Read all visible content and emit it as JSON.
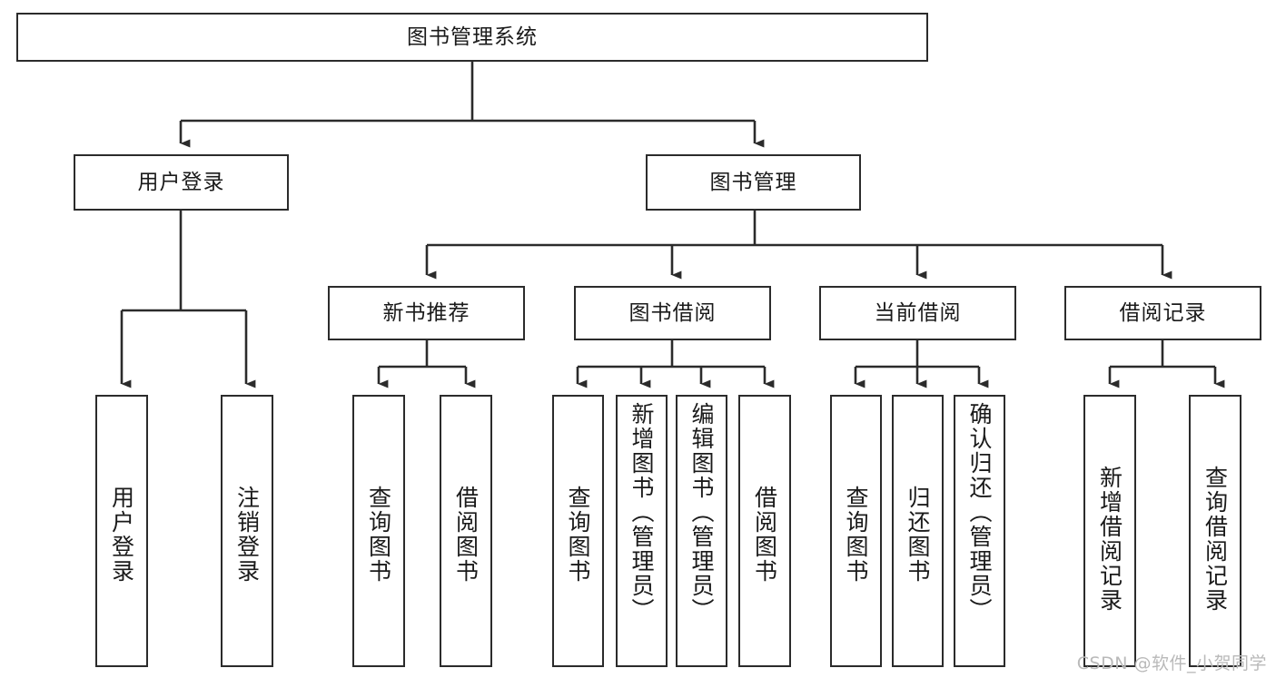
{
  "diagram": {
    "title": "图书管理系统",
    "type": "tree-hierarchy-diagram",
    "colors": {
      "box_border": "#2b2b2b",
      "box_fill": "#ffffff",
      "connector": "#2b2b2b",
      "text": "#1a1a1a",
      "watermark": "#b9b9b9",
      "background": "#ffffff"
    },
    "root": {
      "label": "图书管理系统"
    },
    "level2": [
      {
        "label": "用户登录"
      },
      {
        "label": "图书管理"
      }
    ],
    "level3": [
      {
        "label": "新书推荐"
      },
      {
        "label": "图书借阅"
      },
      {
        "label": "当前借阅"
      },
      {
        "label": "借阅记录"
      }
    ],
    "leaves": {
      "user_login": [
        {
          "label": "用户登录"
        },
        {
          "label": "注销登录"
        }
      ],
      "new_book_recommend": [
        {
          "label": "查询图书"
        },
        {
          "label": "借阅图书"
        }
      ],
      "book_borrow": [
        {
          "label": "查询图书"
        },
        {
          "label": "新增图书（管理员）"
        },
        {
          "label": "编辑图书（管理员）"
        },
        {
          "label": "借阅图书"
        }
      ],
      "current_borrow": [
        {
          "label": "查询图书"
        },
        {
          "label": "归还图书"
        },
        {
          "label": "确认归还（管理员）"
        }
      ],
      "borrow_records": [
        {
          "label": "新增借阅记录"
        },
        {
          "label": "查询借阅记录"
        }
      ]
    },
    "watermark": "CSDN @软件_小贺同学"
  }
}
